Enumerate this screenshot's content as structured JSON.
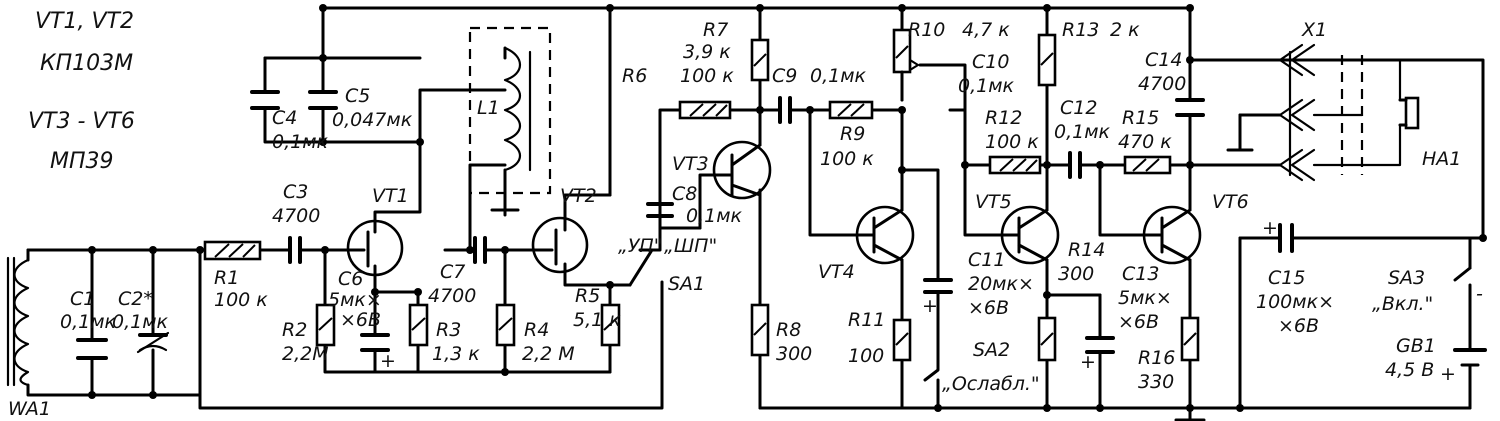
{
  "legend": {
    "vt12": "VT1, VT2",
    "vt12_type": "КП103М",
    "vt36": "VT3 - VT6",
    "vt36_type": "МП39"
  },
  "components": {
    "wa1": "WA1",
    "c1": "C1",
    "c1_val": "0,1мк",
    "c2": "C2*",
    "c2_val": "0,1мк",
    "r1": "R1",
    "r1_val": "100 к",
    "c3": "C3",
    "c3_val": "4700",
    "c4": "C4",
    "c4_val": "0,1мк",
    "c5": "C5",
    "c5_val": "0,047мк",
    "l1": "L1",
    "vt1": "VT1",
    "vt2": "VT2",
    "c6": "C6",
    "c6_val1": "5мк×",
    "c6_val2": "×6В",
    "r2": "R2",
    "r2_val": "2,2М",
    "r3": "R3",
    "r3_val": "1,3 к",
    "c7": "C7",
    "c7_val": "4700",
    "r4": "R4",
    "r4_val": "2,2 М",
    "r5": "R5",
    "r5_val": "5,1 к",
    "sa1": "SA1",
    "sa1_up": "„УП\"",
    "sa1_shp": "„ШП\"",
    "r6": "R6",
    "r7": "R7",
    "r7_val": "3,9 к",
    "r6_val": "100 к",
    "c8": "C8",
    "c8_val": "0,1мк",
    "vt3": "VT3",
    "r8": "R8",
    "r8_val": "300",
    "c9": "C9",
    "c9_val": "0,1мк",
    "r9": "R9",
    "r9_val": "100 к",
    "vt4": "VT4",
    "r10": "R10",
    "r10_val": "4,7 к",
    "c10": "C10",
    "c10_val": "0,1мк",
    "r11": "R11",
    "r11_val": "100",
    "c11": "C11",
    "c11_val1": "20мк×",
    "c11_val2": "×6В",
    "sa2": "SA2",
    "sa2_label": "„Ослабл.\"",
    "r12": "R12",
    "r12_val": "100 к",
    "vt5": "VT5",
    "r13": "R13",
    "r13_val": "2 к",
    "c12": "C12",
    "c12_val": "0,1мк",
    "r14": "R14",
    "r14_val": "300",
    "c13": "C13",
    "c13_val1": "5мк×",
    "c13_val2": "×6В",
    "r15": "R15",
    "r15_val": "470 к",
    "c14": "C14",
    "c14_val": "4700",
    "vt6": "VT6",
    "r16": "R16",
    "r16_val": "330",
    "x1": "X1",
    "ha1": "HA1",
    "c15": "C15",
    "c15_val1": "100мк×",
    "c15_val2": "×6В",
    "sa3": "SA3",
    "sa3_label": "„Вкл.\"",
    "gb1": "GB1",
    "gb1_val": "4,5 В",
    "plus": "+",
    "minus": "-"
  }
}
